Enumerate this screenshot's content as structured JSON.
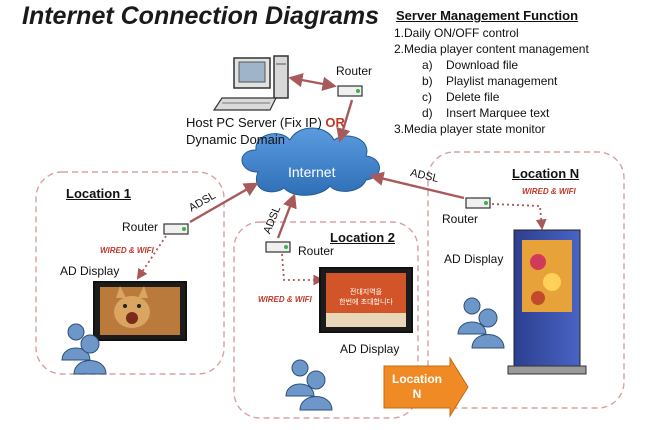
{
  "title": "Internet Connection Diagrams",
  "panel": {
    "heading": "Server Management Function",
    "items": [
      "1.Daily ON/OFF control",
      "2.Media player content management"
    ],
    "subitems": [
      {
        "key": "a)",
        "text": "Download  file"
      },
      {
        "key": "b)",
        "text": "Playlist management"
      },
      {
        "key": "c)",
        "text": "Delete file"
      },
      {
        "key": "d)",
        "text": "Insert Marquee text"
      }
    ],
    "last_item": "3.Media player state monitor"
  },
  "host": {
    "line1": "Host PC Server (Fix IP) ",
    "or": "OR",
    "line2": "Dynamic Domain"
  },
  "router_label": "Router",
  "internet_label": "Internet",
  "adsl_label": "ADSL",
  "wired_label": "WIRED & WIFI",
  "ad_display_label": "AD Display",
  "locations": {
    "one": "Location 1",
    "two": "Location 2",
    "n": "Location N"
  },
  "arrow": {
    "line1": "Location",
    "line2": "N"
  },
  "screen_text": {
    "line1": "전대지역을",
    "line2": "한번에 초대합니다"
  },
  "colors": {
    "cloud": "#3d7fc4",
    "link": "#a85a5a",
    "dashed_border": "#d9a0a0",
    "wired": "#c0392b",
    "arrow": "#f08a24",
    "person": "#6e97c9"
  },
  "icons": [
    "computer-icon",
    "router-icon",
    "cloud-icon",
    "tv-icon",
    "kiosk-icon",
    "people-icon"
  ]
}
